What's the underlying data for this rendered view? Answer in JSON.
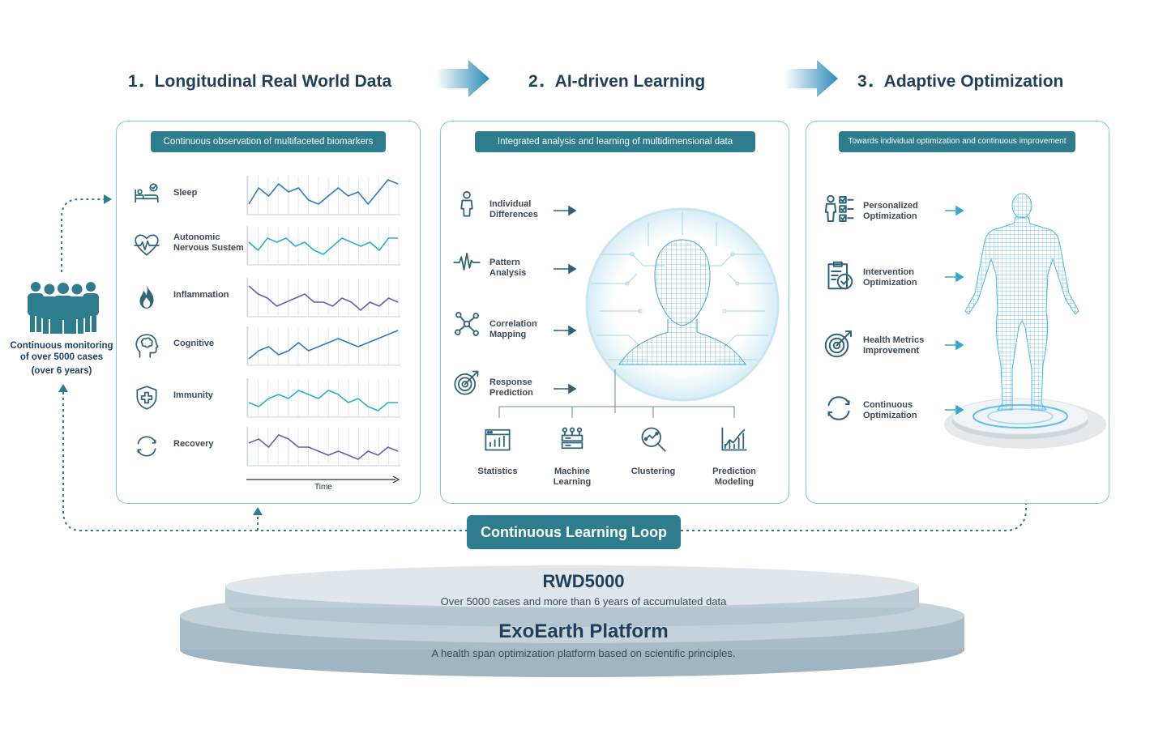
{
  "steps": [
    {
      "title": "1．Longitudinal Real World Data",
      "banner": "Continuous observation of multifaceted biomarkers"
    },
    {
      "title": "2．AI-driven Learning",
      "banner": "Integrated analysis and learning of multidimensional data"
    },
    {
      "title": "3．Adaptive Optimization",
      "banner": "Towards individual optimization and continuous improvement"
    }
  ],
  "people": {
    "caption_line1": "Continuous monitoring",
    "caption_line2": "of over 5000 cases",
    "caption_line3": "(over 6 years)",
    "icon": "people-group-icon"
  },
  "biomarkers": [
    {
      "label": "Sleep",
      "icon": "bed-icon",
      "color": "#2a7bc6",
      "series": [
        2,
        6,
        4,
        7,
        5,
        6,
        3,
        2,
        4,
        6,
        4,
        5,
        2,
        5,
        8,
        7
      ]
    },
    {
      "label": "Autonomic\nNervous Sustem",
      "icon": "heart-pulse-icon",
      "color": "#27b3c4",
      "series": [
        5,
        3,
        6,
        5,
        6,
        4,
        5,
        3,
        2,
        4,
        6,
        5,
        4,
        5,
        3,
        6,
        6
      ]
    },
    {
      "label": "Inflammation",
      "icon": "flame-icon",
      "color": "#6c5bb5",
      "series": [
        7,
        5,
        4,
        2,
        3,
        4,
        5,
        3,
        3,
        2,
        4,
        3,
        1,
        3,
        2,
        4,
        3
      ]
    },
    {
      "label": "Cognitive",
      "icon": "brain-head-icon",
      "color": "#2a7bc6",
      "series": [
        1,
        3,
        4,
        2,
        3,
        5,
        3,
        4,
        5,
        6,
        5,
        4,
        5,
        6,
        7,
        8
      ]
    },
    {
      "label": "Immunity",
      "icon": "shield-cross-icon",
      "color": "#27b3c4",
      "series": [
        3,
        2,
        4,
        5,
        4,
        6,
        5,
        4,
        6,
        5,
        3,
        4,
        2,
        1,
        3,
        3
      ]
    },
    {
      "label": "Recovery",
      "icon": "circular-arrows-icon",
      "color": "#6c5bb5",
      "series": [
        5,
        6,
        4,
        7,
        6,
        4,
        4,
        3,
        2,
        3,
        2,
        1,
        3,
        2,
        4,
        3
      ]
    }
  ],
  "time_label": "Time",
  "ai_inputs": [
    {
      "label": "Individual\nDifferences",
      "icon": "person-icon"
    },
    {
      "label": "Pattern\nAnalysis",
      "icon": "waveform-icon"
    },
    {
      "label": "Correlation\nMapping",
      "icon": "network-nodes-icon"
    },
    {
      "label": "Response\nPrediction",
      "icon": "target-icon"
    }
  ],
  "ai_tools": [
    {
      "label": "Statistics",
      "icon": "statistics-icon"
    },
    {
      "label": "Machine\nLearning",
      "icon": "server-icon"
    },
    {
      "label": "Clustering",
      "icon": "magnifier-icon"
    },
    {
      "label": "Prediction\nModeling",
      "icon": "trend-chart-icon"
    }
  ],
  "optimizations": [
    {
      "label": "Personalized\nOptimization",
      "icon": "person-checklist-icon"
    },
    {
      "label": "Intervention\nOptimization",
      "icon": "clipboard-check-icon"
    },
    {
      "label": "Health Metrics\nImprovement",
      "icon": "target-arrow-icon"
    },
    {
      "label": "Continuous\nOptimization",
      "icon": "refresh-icon"
    }
  ],
  "loop_label": "Continuous Learning Loop",
  "platform": {
    "rwd_title": "RWD5000",
    "rwd_sub": "Over 5000 cases and more than 6 years of accumulated data",
    "exo_title": "ExoEarth Platform",
    "exo_sub": "A health span optimization platform based on scientific principles."
  },
  "colors": {
    "accent": "#2d7d8f",
    "panel_border": "#7cc8dc",
    "title": "#1f3f5a",
    "arrow": "#2c8ab8"
  }
}
